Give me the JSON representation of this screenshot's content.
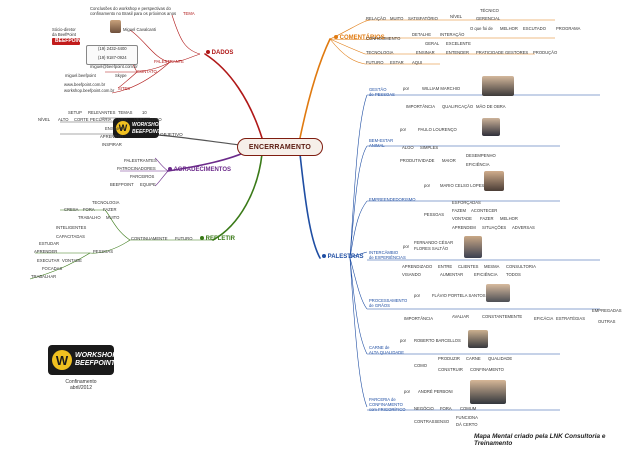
{
  "central": "ENCERRAMENTO",
  "branches": {
    "dados": "DADOS",
    "comentarios": "COMENTÁRIOS",
    "palestras": "PALESTRAS",
    "refletir": "REFLETIR",
    "agradecimentos": "AGRADECIMENTOS",
    "objetivo": "OBJETIVO"
  },
  "dados": {
    "tema_label": "TEMA",
    "tema_text": [
      "Conclusões do workshop e perspectivas do",
      "confinamento no Brasil para os próximos anos"
    ],
    "palestrante_label": "PALESTRANTE",
    "socio": [
      "Sócio-diretor",
      "da BeefPoint"
    ],
    "name": "Miguel Cavalcanti",
    "contato_label": "CONTATO",
    "phone1": "(19) 2432-4400",
    "phone2": "(19) 9187-0924",
    "email": "miguel@beefpoint.com.br",
    "skype_user": "miguel.beefpoint",
    "skype": "Skype",
    "sites_label": "SITES",
    "site1": "www.beefpoint.com.br",
    "site2": "workshop.beefpoint.com.br"
  },
  "objetivo": {
    "top_row": [
      "SETUP",
      "RELEVANTES",
      "TEMAS",
      "10"
    ],
    "left_row": [
      "NÍVEL",
      "ALTO",
      "CORTE",
      "PECUÁRIA",
      "VIDA",
      "VERDADEIRO"
    ],
    "items": [
      "ENSINAR",
      "APRENDER",
      "INSPIRAR"
    ]
  },
  "agradecimentos": {
    "items": [
      "PALESTRANTES",
      "PATROCINADORES",
      "PARCEIROS",
      "BEEFPOINT"
    ],
    "equipe": "EQUIPE"
  },
  "refletir": {
    "tecnologia": "TECNOLOGIA",
    "fazer_row": [
      "CRESA",
      "FORA",
      "FAZER"
    ],
    "trabalho_row": [
      "TRABALHO",
      "MUITO"
    ],
    "inteligentes": "INTELIGENTES",
    "capacitadas": "CAPACITADAS",
    "estudar": "ESTUDAR",
    "aprender": "APRENDER",
    "executar": "EXECUTAR",
    "vontade": "VONTADE",
    "pessoas": "PESSOAS",
    "focadas": "FOCADAS",
    "trabalhar": "TRABALHAR",
    "continuamente": "CONTINUAMENTE",
    "futuro": "FUTURO"
  },
  "comentarios": {
    "row1": [
      "RELAÇÃO",
      "MUITO",
      "SATISFATÓRIO"
    ],
    "nivel": "NÍVEL",
    "tecnico": "TÉCNICO",
    "gerencial": "GERENCIAL",
    "ano_row": [
      "O que foi de",
      "MELHOR",
      "ESCUTADO",
      "PROGRAMA"
    ],
    "conhecimento": "CONHECIMENTO",
    "detalhe_row": [
      "DETALHE",
      "INTERAÇÃO"
    ],
    "geral_row": [
      "GERAL",
      "EXCELENTE"
    ],
    "tecnologia_row": [
      "TECNOLOGIA",
      "ENSINAR",
      "ENTENDER",
      "PRATICIDADE",
      "GESTORES",
      "PRODUÇÃO"
    ],
    "futuro_row": [
      "FUTURO",
      "ESTAR",
      "AQUI"
    ]
  },
  "palestras": {
    "p1": {
      "title": [
        "GESTÃO",
        "de PESSOAS"
      ],
      "por": "por",
      "name": "WILLIAM MARCHIO",
      "row": [
        "IMPORTÂNCIA",
        "QUALIFICAÇÃO",
        "MÃO DE OBRA"
      ]
    },
    "p2": {
      "title": [
        "BEM-ESTAR",
        "ANIMAL"
      ],
      "por": "por",
      "name": "PAULO LOURENÇO",
      "row1": [
        "ALGO",
        "SIMPLES"
      ],
      "row2": [
        "PRODUTIVIDADE",
        "MAIOR"
      ],
      "desempenho": "DESEMPENHO",
      "eficiencia": "EFICIÊNCIA"
    },
    "p3": {
      "title": "EMPREENDEDORISMO",
      "por": "por",
      "name": "MARIO CELSO LOPES",
      "esforcadas": "ESFORÇADAS",
      "pessoas": "PESSOAS",
      "fazem_row": [
        "FAZEM",
        "ACONTECER"
      ],
      "vontade_row": [
        "VONTADE",
        "FAZER",
        "MELHOR"
      ],
      "aprendem_row": [
        "APRENDEM",
        "SITUAÇÕES",
        "ADVERSAS"
      ]
    },
    "p4": {
      "title": [
        "INTERCÂMBIO",
        "de EXPERIÊNCIAS"
      ],
      "por": "por",
      "name": [
        "FERNANDO CÉSAR",
        "FLORES SALTÃO"
      ],
      "row1": [
        "APRENDIZADO",
        "ENTRE",
        "CLIENTES",
        "MESMA",
        "CONSULTORIA"
      ],
      "row2": [
        "VISANDO",
        "AUMENTAR",
        "EFICIÊNCIA",
        "TODOS"
      ]
    },
    "p5": {
      "title": [
        "PROCESSAMENTO",
        "de GRÃOS"
      ],
      "por": "por",
      "name": "FLÁVIO PORTELA SANTOS",
      "row": [
        "IMPORTÂNCIA",
        "AVALIAR",
        "CONSTANTEMENTE",
        "EFICÁCIA",
        "ESTRATÉGIAS"
      ],
      "empregadas": "EMPREGADAS",
      "outras": "OUTRAS"
    },
    "p6": {
      "title": [
        "CARNE de",
        "ALTA QUALIDADE"
      ],
      "por": "por",
      "name": "ROBERTO BARCELLOS",
      "produzir_row": [
        "PRODUZIR",
        "CARNE",
        "QUALIDADE"
      ],
      "como": "COMO",
      "construir_row": [
        "CONSTRUIR",
        "CONFINAMENTO"
      ]
    },
    "p7": {
      "title": [
        "PARCERIA de",
        "CONFINAMENTO",
        "com FRIGORÍFICO"
      ],
      "por": "por",
      "name": "ANDRÉ PERBONI",
      "negocio_row": [
        "NEGÓCIO",
        "FORA",
        "COMUM"
      ],
      "contrassenso": "CONTRASSENSO",
      "funciona": "FUNCIONA",
      "da_certo": "DÁ CERTO"
    }
  },
  "logos": {
    "small": [
      "WORKSHOP",
      "BEEFPOINT"
    ],
    "large": [
      "WORKSHOP",
      "BEEFPOINT"
    ],
    "caption": [
      "Confinamento",
      "abril/2012"
    ]
  },
  "footer": "Mapa Mental criado pela LNK Consultoria e Treinamento",
  "colors": {
    "orange": "#e07a10",
    "blue": "#1f4ea3",
    "green": "#3a7a18",
    "purple": "#6b2a8a",
    "red": "#b01818",
    "gold": "#f0c020"
  }
}
